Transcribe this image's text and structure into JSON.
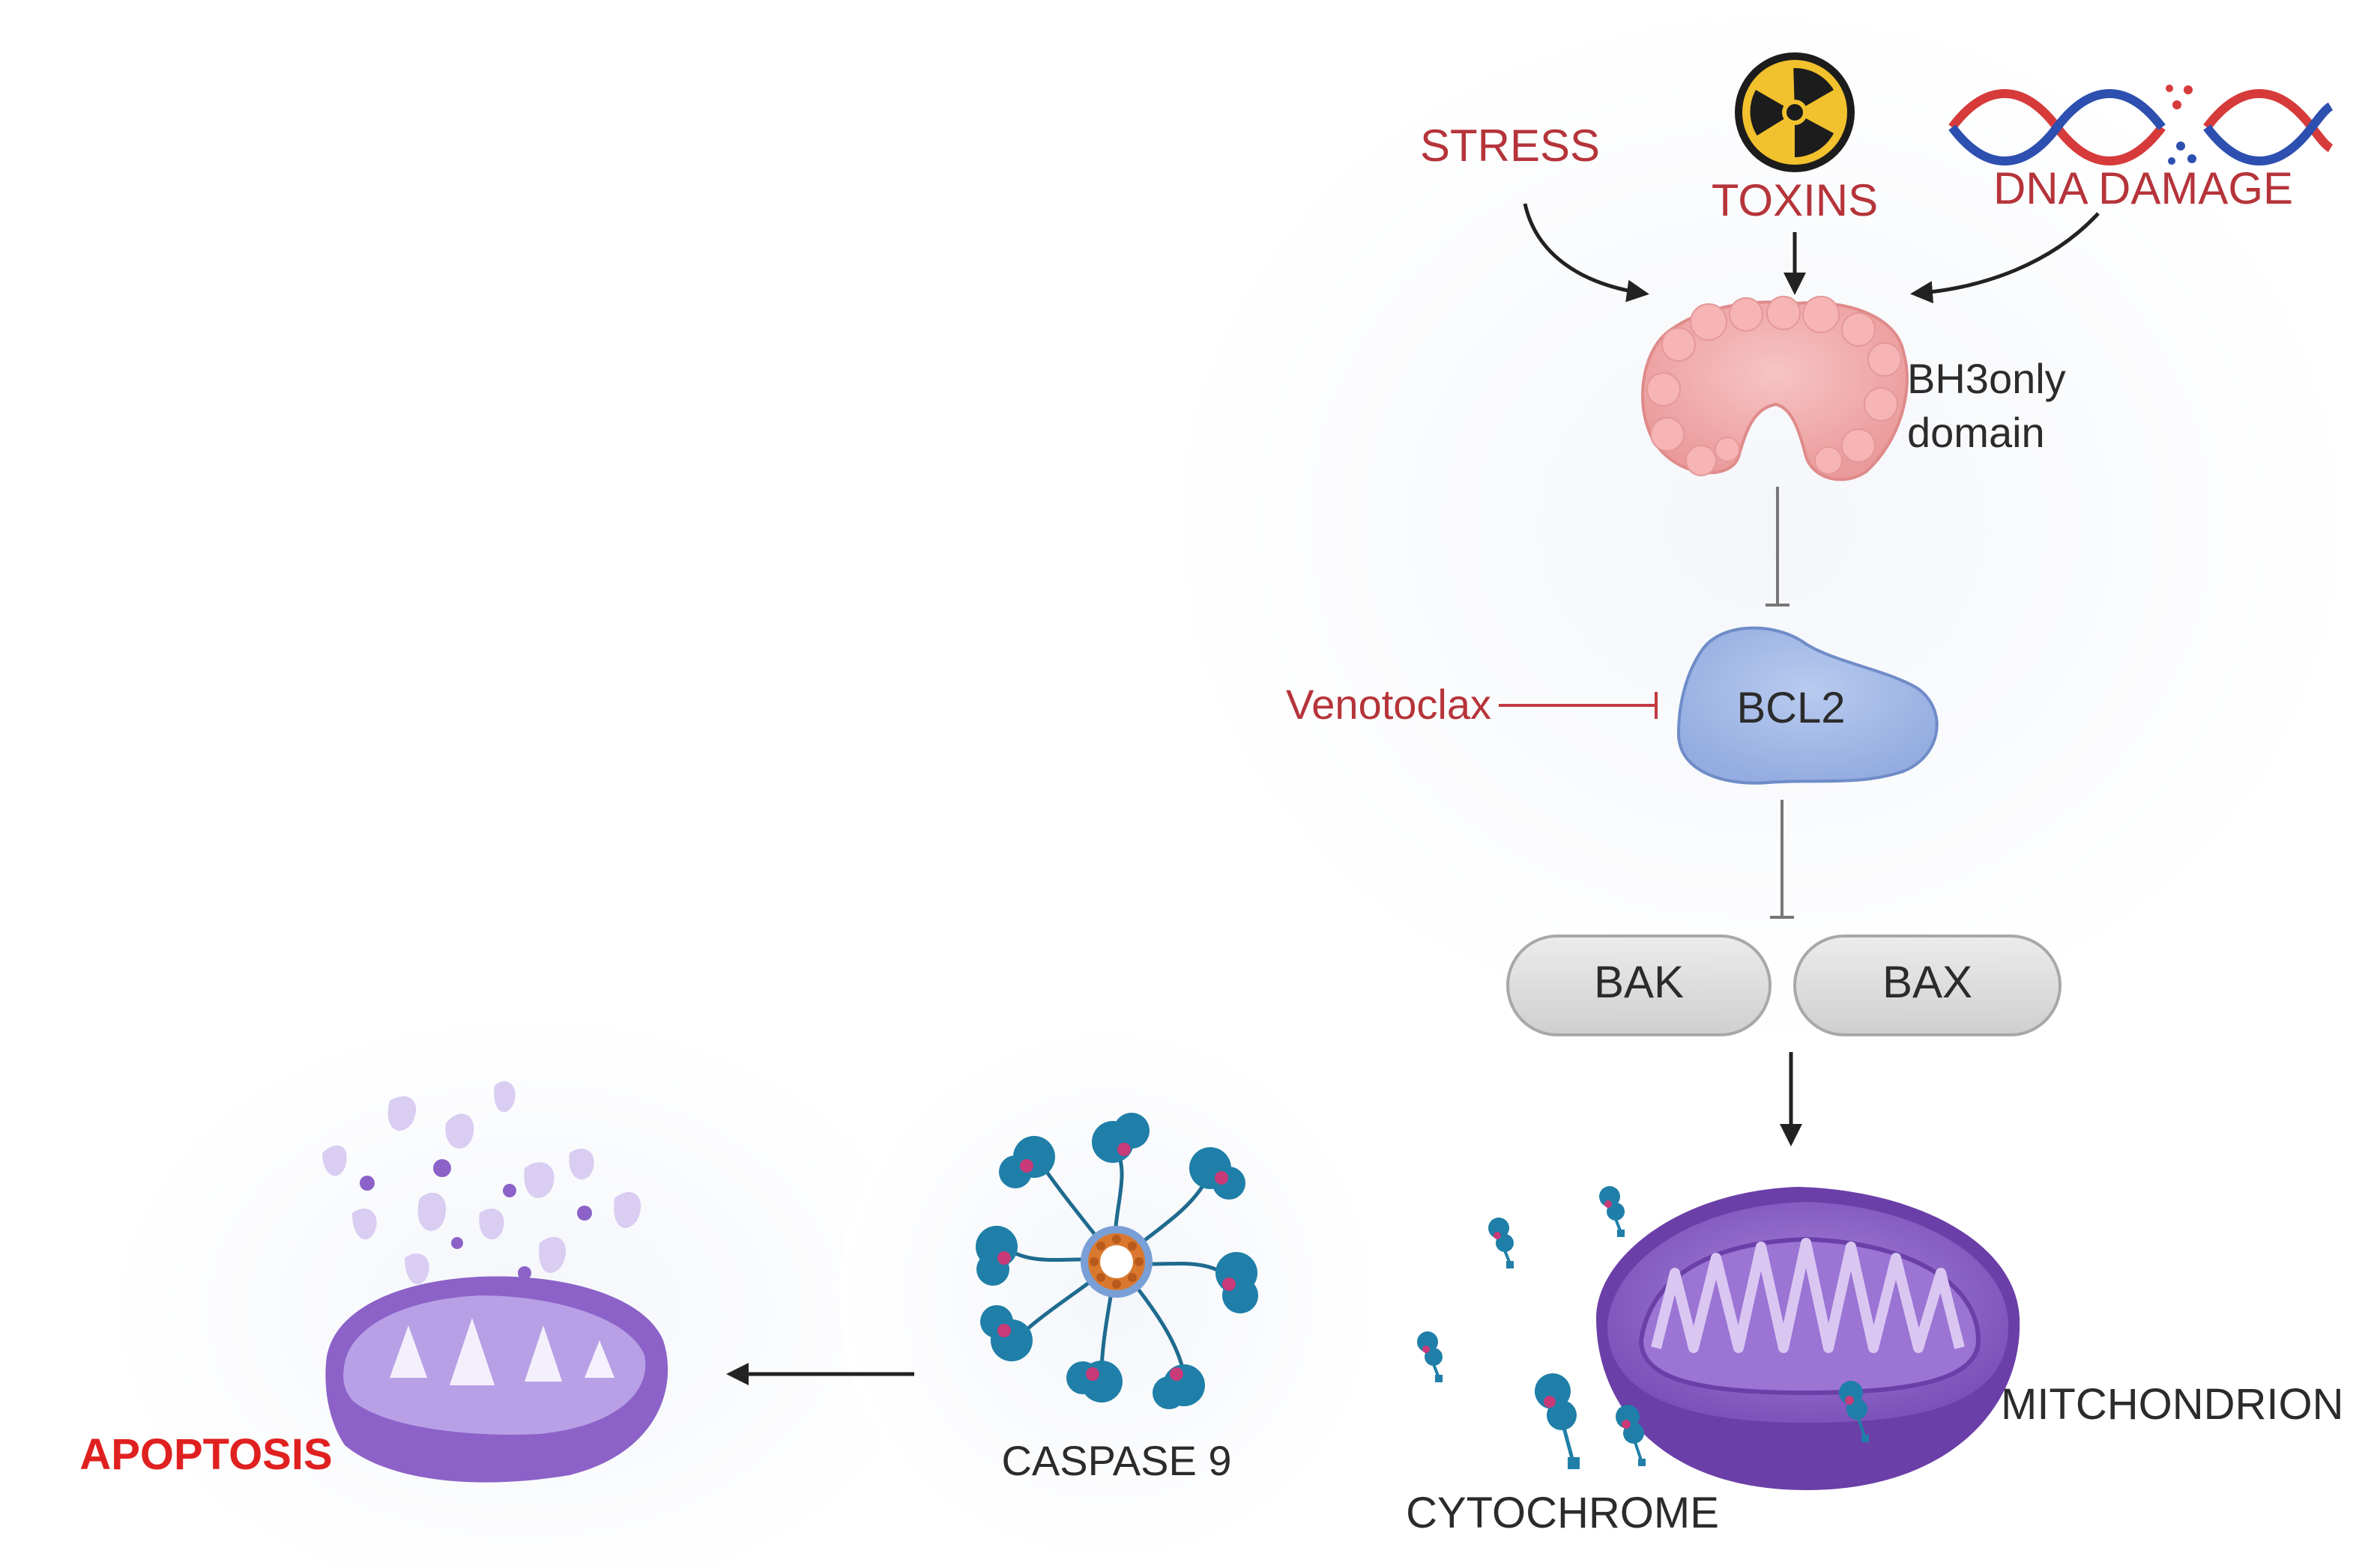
{
  "labels": {
    "stress": "STRESS",
    "toxins": "TOXINS",
    "dna_damage": "DNA DAMAGE",
    "bh3_line1": "BH3only",
    "bh3_line2": "domain",
    "venetoclax": "Venotoclax",
    "bcl2": "BCL2",
    "bak": "BAK",
    "bax": "BAX",
    "mitochondrion": "MITCHONDRION",
    "cytochrome": "CYTOCHROME",
    "caspase9": "CASPASE 9",
    "apoptosis": "APOPTOSIS"
  },
  "colors": {
    "label_red": "#b5343a",
    "apoptosis_red": "#e02020",
    "text_dark": "#2b2b2b",
    "bh3_protein": "#f2a8a8",
    "bcl2_protein": "#a8bde6",
    "capsule": "#dedede",
    "mito_purple": "#8c62c8",
    "cyto_teal": "#1f7fa8",
    "cyto_pink": "#c83a78"
  },
  "icons": {
    "toxins": "radiation-hazard-icon",
    "dna_damage": "broken-dna-helix-icon"
  }
}
